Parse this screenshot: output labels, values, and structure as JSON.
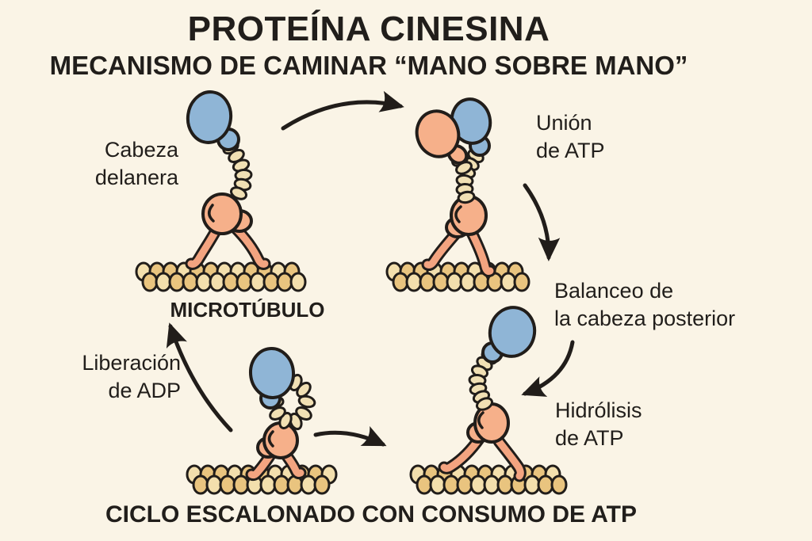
{
  "title": "PROTEÍNA CINESINA",
  "subtitle": "MECANISMO DE CAMINAR “MANO SOBRE MANO”",
  "labels": {
    "front_head": "Cabeza\ndelanera",
    "atp_binding": "Unión\nde ATP",
    "microtubule": "MICROTÚBULO",
    "rear_head_swing": "Balanceo de\nla cabeza posterior",
    "adp_release": "Liberación\nde ADP",
    "atp_hydrolysis": "Hidrólisis\nde ATP",
    "caption": "CICLO ESCALONADO CON CONSUMO DE ATP"
  },
  "colors": {
    "background": "#faf4e6",
    "cargo_blue": "#8fb5d6",
    "motor_peach": "#f6b08a",
    "leg_salmon": "#f3a480",
    "stalk_cream": "#f1e0b4",
    "tubulin_tan": "#e9c47f",
    "tubulin_light": "#f3dfad",
    "outline": "#211d1a",
    "text": "#211e1b",
    "arrow": "#211d1a"
  }
}
